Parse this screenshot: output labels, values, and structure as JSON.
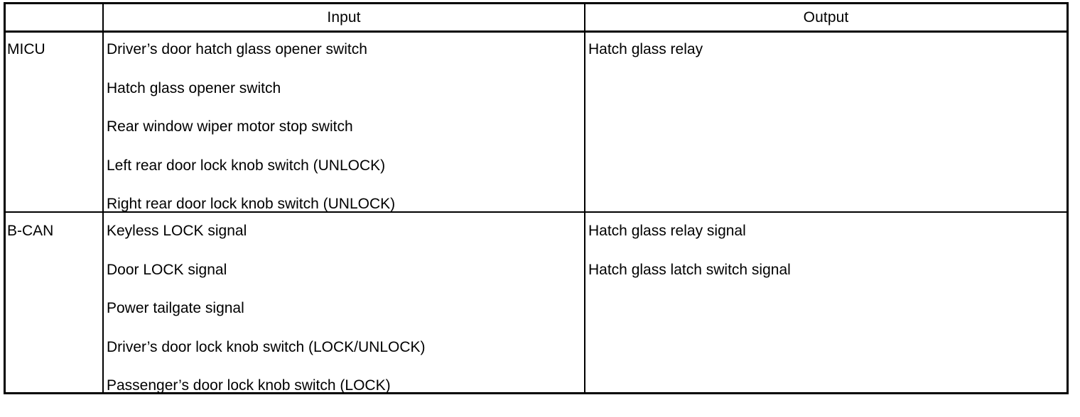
{
  "table": {
    "columns": [
      {
        "key": "group",
        "header": ""
      },
      {
        "key": "input",
        "header": "Input"
      },
      {
        "key": "output",
        "header": "Output"
      }
    ],
    "rows": [
      {
        "group": "MICU",
        "input": [
          "Driver’s door hatch glass opener switch",
          "Hatch glass opener switch",
          "Rear window wiper motor stop switch",
          "Left rear door lock knob switch (UNLOCK)",
          "Right rear door lock knob switch (UNLOCK)"
        ],
        "output": [
          "Hatch glass relay"
        ]
      },
      {
        "group": "B-CAN",
        "input": [
          "Keyless LOCK signal",
          "Door LOCK signal",
          "Power tailgate signal",
          "Driver’s door lock knob switch (LOCK/UNLOCK)",
          "Passenger’s door lock knob switch (LOCK)"
        ],
        "output": [
          "Hatch glass relay signal",
          "Hatch glass latch switch signal"
        ]
      }
    ]
  },
  "colors": {
    "border": "#000000",
    "text": "#000000",
    "background": "#ffffff"
  }
}
